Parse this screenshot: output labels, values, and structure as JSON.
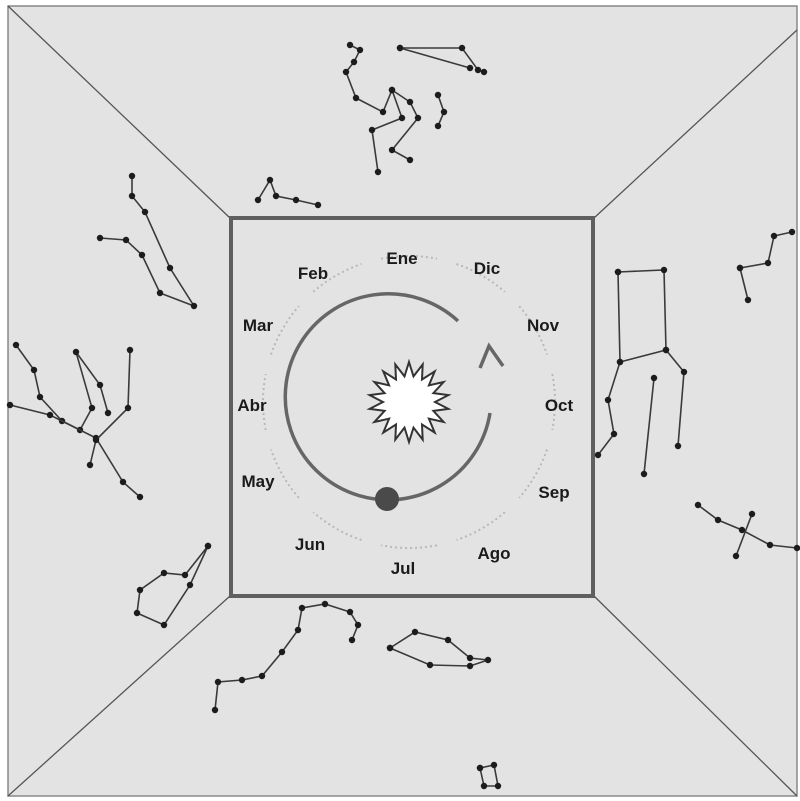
{
  "months": [
    "Ene",
    "Feb",
    "Mar",
    "Abr",
    "May",
    "Jun",
    "Jul",
    "Ago",
    "Sep",
    "Oct",
    "Nov",
    "Dic"
  ],
  "icons": {
    "sun": "sun-icon",
    "earth": "planet-dot-icon",
    "orbit_arrow": "arrow-icon"
  },
  "colors": {
    "background": "#e3e3e3",
    "frame": "#5f5f5f",
    "orbit": "#666666",
    "earth": "#4a4a4a",
    "sun_fill": "#ffffff",
    "sun_stroke": "#333333",
    "constellations": "#3a3a3a"
  }
}
